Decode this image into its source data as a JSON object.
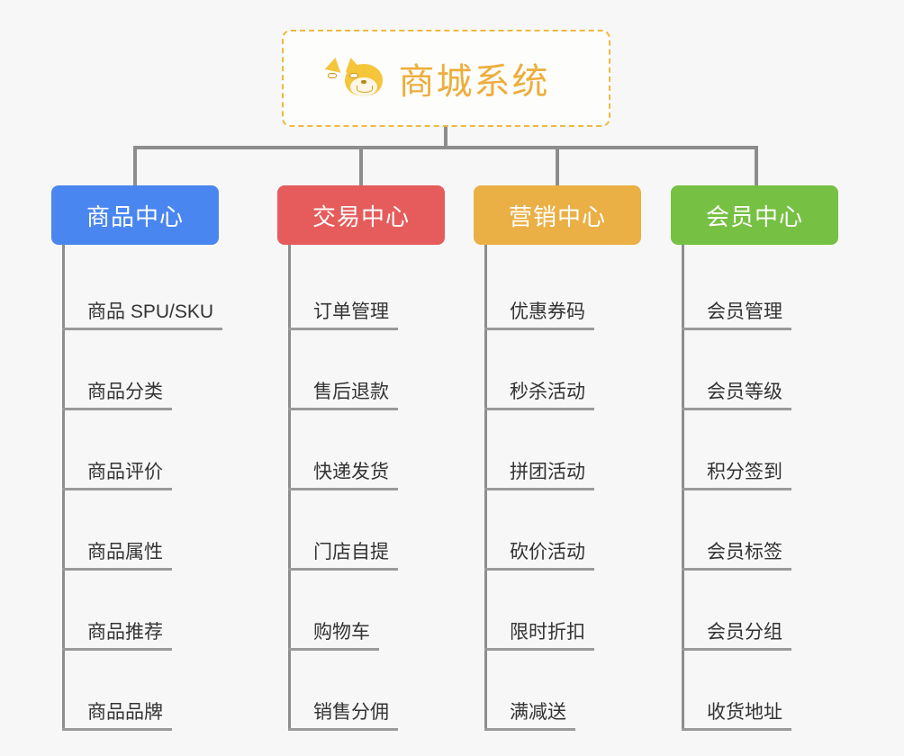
{
  "canvas": {
    "background_color": "#f7f7f7",
    "connector_color": "#8d8d8d"
  },
  "root": {
    "title": "商城系统",
    "icon": "shiba-dog-emoji",
    "border_color": "#f0b93f",
    "text_color": "#edae3c",
    "background_color": "#fdfdfc"
  },
  "columns": [
    {
      "id": "product-center",
      "label": "商品中心",
      "color": "#4a86f0",
      "items": [
        {
          "label": "商品 SPU/SKU"
        },
        {
          "label": "商品分类"
        },
        {
          "label": "商品评价"
        },
        {
          "label": "商品属性"
        },
        {
          "label": "商品推荐"
        },
        {
          "label": "商品品牌"
        }
      ]
    },
    {
      "id": "trade-center",
      "label": "交易中心",
      "color": "#e65c5c",
      "items": [
        {
          "label": "订单管理"
        },
        {
          "label": "售后退款"
        },
        {
          "label": "快递发货"
        },
        {
          "label": "门店自提"
        },
        {
          "label": "购物车"
        },
        {
          "label": "销售分佣"
        }
      ]
    },
    {
      "id": "marketing-center",
      "label": "营销中心",
      "color": "#eab046",
      "items": [
        {
          "label": "优惠券码"
        },
        {
          "label": "秒杀活动"
        },
        {
          "label": "拼团活动"
        },
        {
          "label": "砍价活动"
        },
        {
          "label": "限时折扣"
        },
        {
          "label": "满减送"
        }
      ]
    },
    {
      "id": "member-center",
      "label": "会员中心",
      "color": "#76c043",
      "items": [
        {
          "label": "会员管理"
        },
        {
          "label": "会员等级"
        },
        {
          "label": "积分签到"
        },
        {
          "label": "会员标签"
        },
        {
          "label": "会员分组"
        },
        {
          "label": "收货地址"
        }
      ]
    }
  ]
}
